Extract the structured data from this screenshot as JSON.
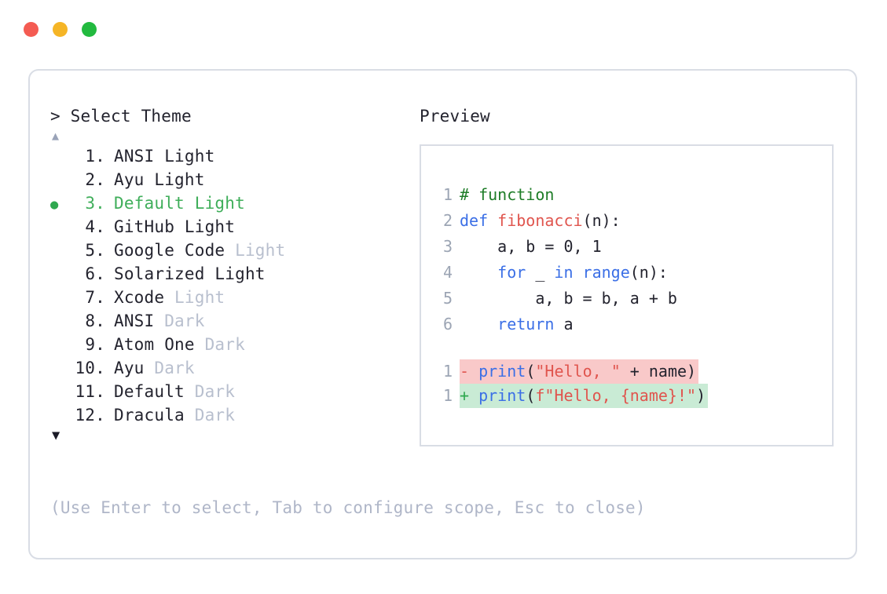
{
  "window": {
    "traffic_lights": [
      {
        "name": "close-button",
        "color": "#F45B52"
      },
      {
        "name": "minimize-button",
        "color": "#F5B526"
      },
      {
        "name": "maximize-button",
        "color": "#22BA3F"
      }
    ]
  },
  "selector": {
    "prompt": "> Select Theme",
    "scroll_up_icon": "▲",
    "scroll_down_icon": "▼",
    "selected_bullet": "●",
    "selected_index": 3,
    "accent_color": "#3FAE5A",
    "items": [
      {
        "number": "1.",
        "name": "ANSI",
        "variant": "Light",
        "variant_muted": false,
        "selected": false,
        "bullet": ""
      },
      {
        "number": "2.",
        "name": "Ayu",
        "variant": "Light",
        "variant_muted": false,
        "selected": false,
        "bullet": ""
      },
      {
        "number": "3.",
        "name": "Default",
        "variant": "Light",
        "variant_muted": false,
        "selected": true,
        "bullet": "●"
      },
      {
        "number": "4.",
        "name": "GitHub",
        "variant": "Light",
        "variant_muted": false,
        "selected": false,
        "bullet": ""
      },
      {
        "number": "5.",
        "name": "Google Code",
        "variant": "Light",
        "variant_muted": true,
        "selected": false,
        "bullet": ""
      },
      {
        "number": "6.",
        "name": "Solarized",
        "variant": "Light",
        "variant_muted": false,
        "selected": false,
        "bullet": ""
      },
      {
        "number": "7.",
        "name": "Xcode",
        "variant": "Light",
        "variant_muted": true,
        "selected": false,
        "bullet": ""
      },
      {
        "number": "8.",
        "name": "ANSI",
        "variant": "Dark",
        "variant_muted": true,
        "selected": false,
        "bullet": ""
      },
      {
        "number": "9.",
        "name": "Atom One",
        "variant": "Dark",
        "variant_muted": true,
        "selected": false,
        "bullet": ""
      },
      {
        "number": "10.",
        "name": "Ayu",
        "variant": "Dark",
        "variant_muted": true,
        "selected": false,
        "bullet": ""
      },
      {
        "number": "11.",
        "name": "Default",
        "variant": "Dark",
        "variant_muted": true,
        "selected": false,
        "bullet": ""
      },
      {
        "number": "12.",
        "name": "Dracula",
        "variant": "Dark",
        "variant_muted": true,
        "selected": false,
        "bullet": ""
      }
    ],
    "hint": "(Use Enter to select, Tab to configure scope, Esc to close)"
  },
  "preview": {
    "label": "Preview",
    "code_lines": [
      {
        "num": "1",
        "tokens": [
          {
            "t": "# function",
            "c": "comment"
          }
        ]
      },
      {
        "num": "2",
        "tokens": [
          {
            "t": "def ",
            "c": "kw"
          },
          {
            "t": "fibonacci",
            "c": "fn"
          },
          {
            "t": "(n):",
            "c": "plain"
          }
        ]
      },
      {
        "num": "3",
        "tokens": [
          {
            "t": "    a, b = 0, 1",
            "c": "plain"
          }
        ]
      },
      {
        "num": "4",
        "tokens": [
          {
            "t": "    ",
            "c": "plain"
          },
          {
            "t": "for",
            "c": "kw"
          },
          {
            "t": " _ ",
            "c": "plain"
          },
          {
            "t": "in range",
            "c": "kw"
          },
          {
            "t": "(n):",
            "c": "plain"
          }
        ]
      },
      {
        "num": "5",
        "tokens": [
          {
            "t": "        a, b = b, a + b",
            "c": "plain"
          }
        ]
      },
      {
        "num": "6",
        "tokens": [
          {
            "t": "    ",
            "c": "plain"
          },
          {
            "t": "return",
            "c": "kw"
          },
          {
            "t": " a",
            "c": "plain"
          }
        ]
      }
    ],
    "diff_lines": [
      {
        "num": "1",
        "kind": "del",
        "sign": "-",
        "tokens": [
          {
            "t": "print",
            "c": "kw"
          },
          {
            "t": "(",
            "c": "plain"
          },
          {
            "t": "\"Hello, \"",
            "c": "str"
          },
          {
            "t": " + name)",
            "c": "plain"
          }
        ]
      },
      {
        "num": "1",
        "kind": "add",
        "sign": "+",
        "tokens": [
          {
            "t": "print",
            "c": "kw"
          },
          {
            "t": "(",
            "c": "plain"
          },
          {
            "t": "f\"Hello, {name}!\"",
            "c": "str"
          },
          {
            "t": ")",
            "c": "plain"
          }
        ]
      }
    ]
  }
}
